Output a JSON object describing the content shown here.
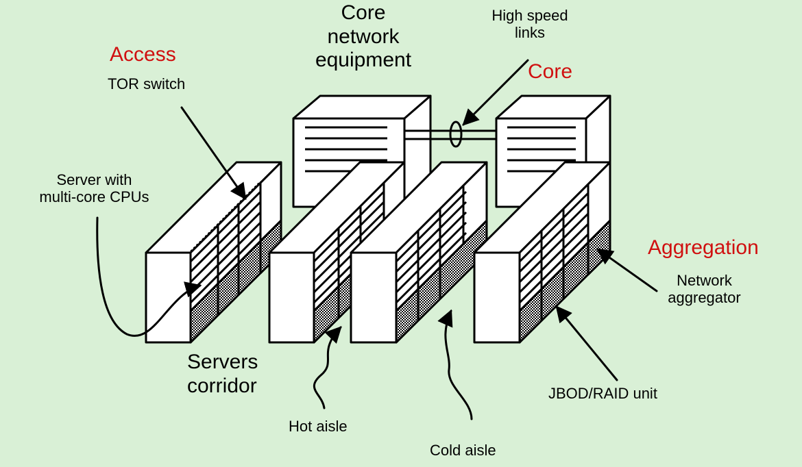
{
  "labels": {
    "access": "Access",
    "tor_switch": "TOR switch",
    "core_network_equipment": [
      "Core",
      "network",
      "equipment"
    ],
    "high_speed_links": [
      "High speed",
      "links"
    ],
    "core": "Core",
    "server_multicore": [
      "Server with",
      "multi-core CPUs"
    ],
    "aggregation": "Aggregation",
    "network_aggregator": [
      "Network",
      "aggregator"
    ],
    "servers_corridor": [
      "Servers",
      "corridor"
    ],
    "jbod_raid": "JBOD/RAID unit",
    "hot_aisle": "Hot aisle",
    "cold_aisle": "Cold aisle"
  },
  "colors": {
    "background": "#d9f0d6",
    "accent_red": "#d01010",
    "line": "#000000",
    "fill": "#ffffff"
  }
}
